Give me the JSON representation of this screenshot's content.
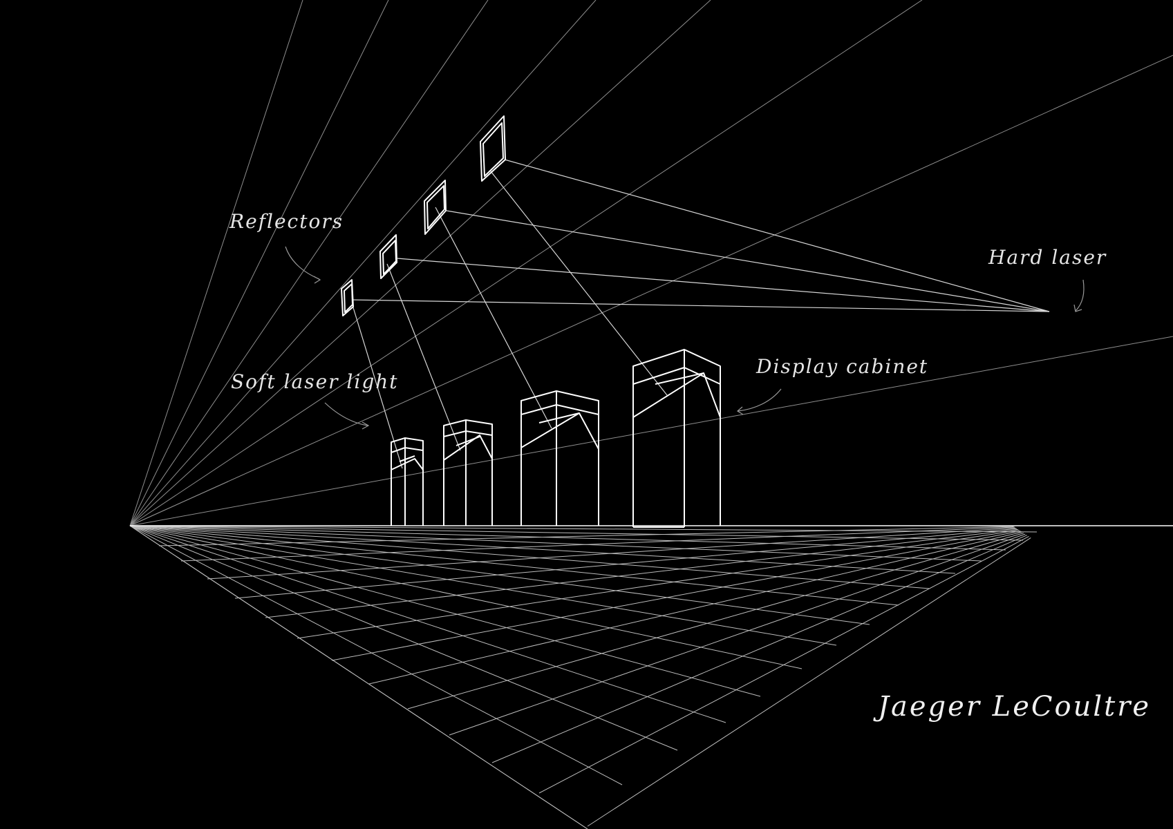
{
  "labels": {
    "reflectors": "Reflectors",
    "hard_laser": "Hard laser",
    "soft_laser_light": "Soft laser light",
    "display_cabinet": "Display cabinet",
    "brand": "Jaeger LeCoultre"
  },
  "colors": {
    "background": "#000000",
    "lines": "#ffffff"
  }
}
